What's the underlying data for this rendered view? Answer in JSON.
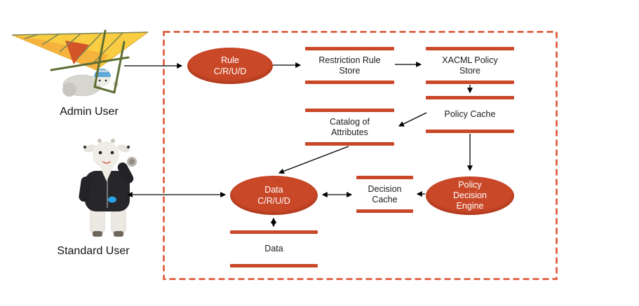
{
  "colors": {
    "shape_red": "#C94828",
    "boundary_dash_red": "#DB4F2E",
    "arrow_black": "#000000",
    "text_black": "#1B1B1B",
    "process_text_white": "#FFFFFF"
  },
  "actors": {
    "admin": {
      "label": "Admin User",
      "icon": "hang-glider-rider-icon"
    },
    "standard": {
      "label": "Standard User",
      "icon": "goat-character-icon"
    }
  },
  "processes": {
    "rule_crud": {
      "lines": [
        "Rule",
        "C/R/U/D"
      ]
    },
    "data_crud": {
      "lines": [
        "Data",
        "C/R/U/D"
      ]
    },
    "policy_decision_engine": {
      "lines": [
        "Policy",
        "Decision",
        "Engine"
      ]
    }
  },
  "stores": {
    "restriction_rule_store": {
      "lines": [
        "Restriction Rule",
        "Store"
      ]
    },
    "xacml_policy_store": {
      "lines": [
        "XACML Policy",
        "Store"
      ]
    },
    "policy_cache": {
      "lines": [
        "Policy Cache"
      ]
    },
    "catalog_of_attributes": {
      "lines": [
        "Catalog of",
        "Attributes"
      ]
    },
    "decision_cache": {
      "lines": [
        "Decision",
        "Cache"
      ]
    },
    "data_store": {
      "lines": [
        "Data"
      ]
    }
  },
  "edges": [
    {
      "from": "admin_user",
      "to": "rule_crud",
      "bidirectional": false
    },
    {
      "from": "rule_crud",
      "to": "restriction_rule_store",
      "bidirectional": false
    },
    {
      "from": "restriction_rule_store",
      "to": "xacml_policy_store",
      "bidirectional": false
    },
    {
      "from": "xacml_policy_store",
      "to": "policy_cache",
      "bidirectional": false
    },
    {
      "from": "policy_cache",
      "to": "catalog_of_attributes",
      "bidirectional": false
    },
    {
      "from": "policy_cache",
      "to": "policy_decision_engine",
      "bidirectional": false
    },
    {
      "from": "catalog_of_attributes",
      "to": "data_crud",
      "bidirectional": false
    },
    {
      "from": "standard_user",
      "to": "data_crud",
      "bidirectional": true
    },
    {
      "from": "data_crud",
      "to": "decision_cache",
      "bidirectional": true
    },
    {
      "from": "policy_decision_engine",
      "to": "decision_cache",
      "bidirectional": false
    },
    {
      "from": "data_crud",
      "to": "data_store",
      "bidirectional": true
    }
  ]
}
